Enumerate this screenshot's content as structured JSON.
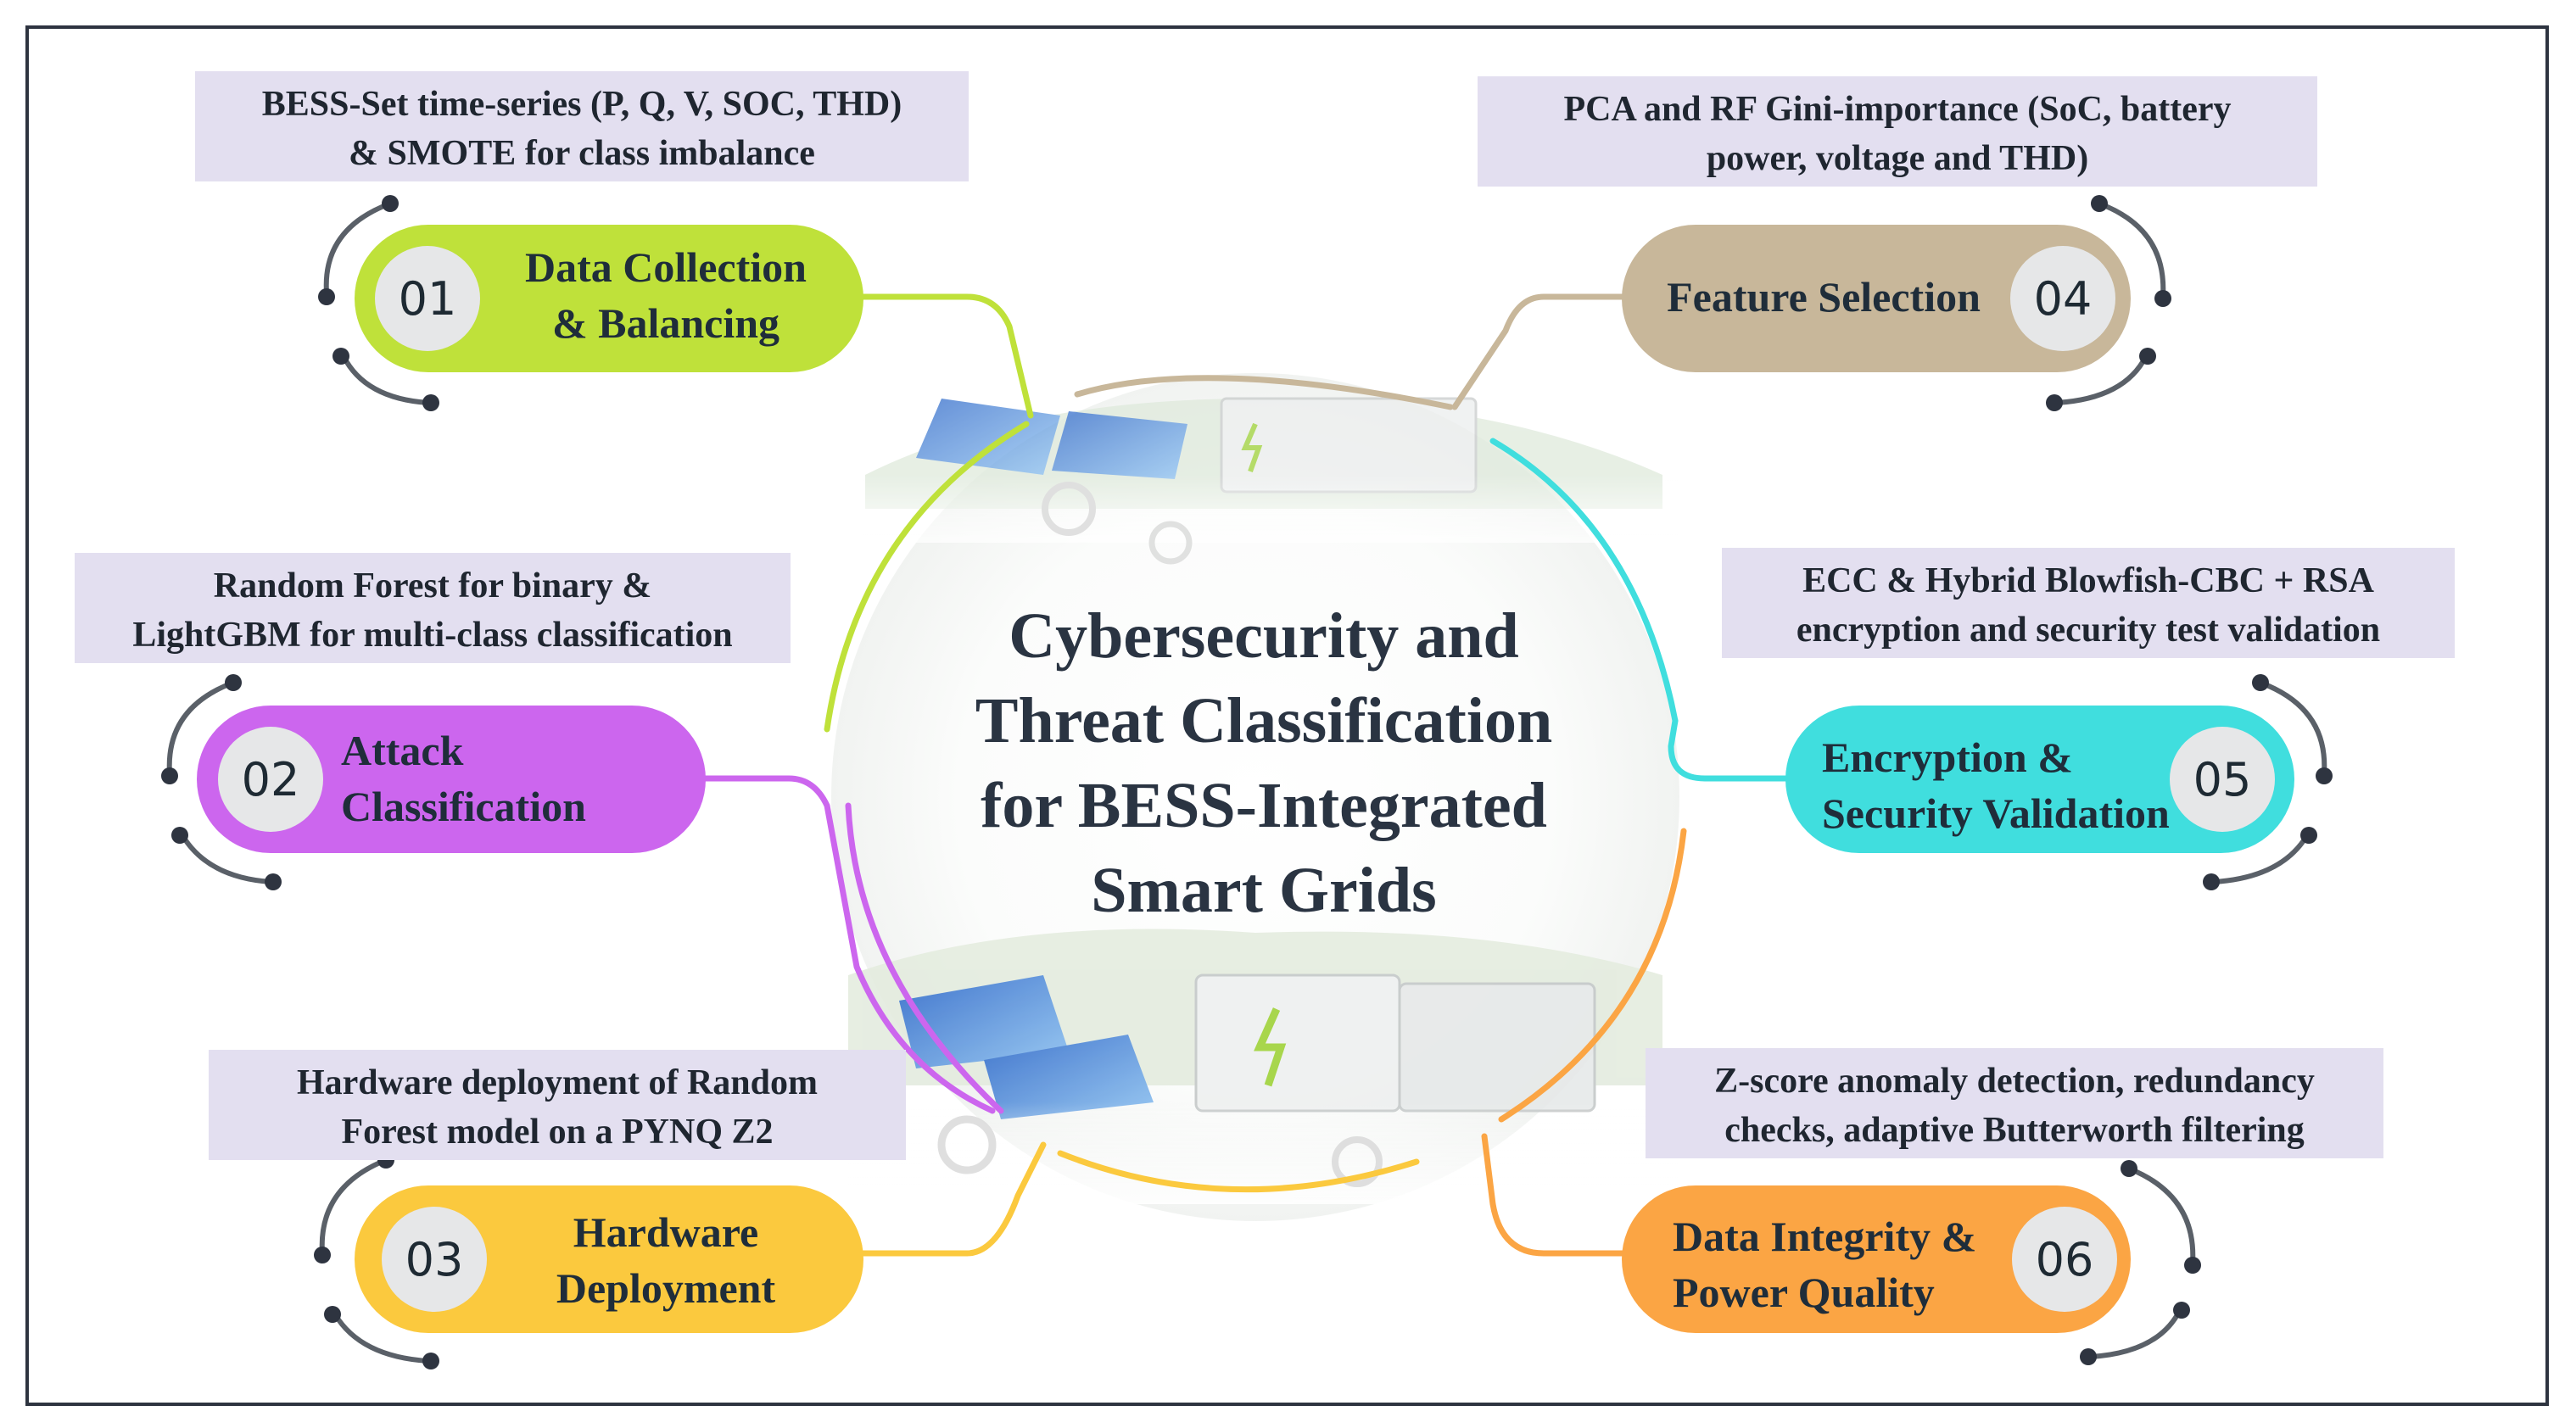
{
  "center_title": {
    "line1": "Cybersecurity and",
    "line2": "Threat Classification",
    "line3": "for BESS-Integrated",
    "line4": "Smart Grids"
  },
  "colors": {
    "step1": "#bfe13a",
    "step2": "#cc66ee",
    "step3": "#fbc93e",
    "step4": "#c8b79a",
    "step5": "#40dede",
    "step6": "#fba544",
    "desc_bg": "#e3dff0",
    "number_circle": "#e6e7e8",
    "frame": "#2e3440"
  },
  "steps": [
    {
      "number": "01",
      "title_line1": "Data Collection",
      "title_line2": "& Balancing",
      "desc_line1": "BESS-Set time-series (P, Q, V, SOC, THD)",
      "desc_line2": "& SMOTE for class imbalance"
    },
    {
      "number": "02",
      "title_line1": "Attack",
      "title_line2": "Classification",
      "desc_line1": "Random Forest for binary &",
      "desc_line2": "LightGBM for multi-class classification"
    },
    {
      "number": "03",
      "title_line1": "Hardware",
      "title_line2": "Deployment",
      "desc_line1": "Hardware deployment of Random",
      "desc_line2": "Forest model on a PYNQ Z2"
    },
    {
      "number": "04",
      "title_line1": "Feature Selection",
      "title_line2": "",
      "desc_line1": "PCA and RF Gini-importance (SoC, battery",
      "desc_line2": "power, voltage and THD)"
    },
    {
      "number": "05",
      "title_line1": "Encryption &",
      "title_line2": "Security Validation",
      "desc_line1": "ECC & Hybrid Blowfish-CBC + RSA",
      "desc_line2": "encryption and security test validation"
    },
    {
      "number": "06",
      "title_line1": "Data Integrity &",
      "title_line2": "Power Quality",
      "desc_line1": "Z-score anomaly detection, redundancy",
      "desc_line2": "checks, adaptive Butterworth filtering"
    }
  ]
}
